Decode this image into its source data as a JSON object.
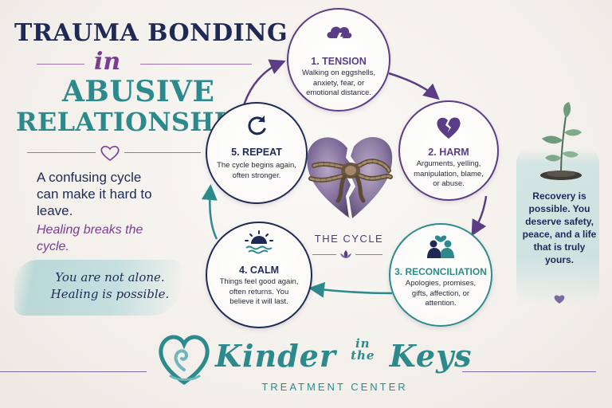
{
  "title": {
    "line1": "TRAUMA BONDING",
    "line2": "in",
    "line3": "ABUSIVE",
    "line4": "RELATIONSHIPS"
  },
  "intro": {
    "text": "A confusing cycle can make it hard to leave.",
    "italic": "Healing breaks the cycle.",
    "callout": "You are not alone. Healing is possible."
  },
  "cycle": {
    "center_label": "THE CYCLE",
    "steps": [
      {
        "title": "1. TENSION",
        "body": "Walking on eggshells, anxiety, fear, or emotional distance.",
        "icon": "storm-cloud-icon"
      },
      {
        "title": "2. HARM",
        "body": "Arguments, yelling, manipulation, blame, or abuse.",
        "icon": "broken-heart-icon"
      },
      {
        "title": "3. RECONCILIATION",
        "body": "Apologies, promises, gifts, affection, or attention.",
        "icon": "embracing-couple-icon"
      },
      {
        "title": "4. CALM",
        "body": "Things feel good again, often returns. You believe it will last.",
        "icon": "sunset-waves-icon"
      },
      {
        "title": "5. REPEAT",
        "body": "The cycle begins again, often stronger.",
        "icon": "repeat-arrow-icon"
      }
    ]
  },
  "recovery": {
    "text": "Recovery is possible. You deserve safety, peace, and a life that is truly yours."
  },
  "footer": {
    "brand_main_1": "Kinder",
    "brand_small_1": "in",
    "brand_small_2": "the",
    "brand_main_2": "Keys",
    "tagline": "TREATMENT CENTER"
  },
  "colors": {
    "navy": "#1e2a55",
    "purple": "#5a3d85",
    "violet": "#7b3c93",
    "teal": "#2d8a8c"
  }
}
